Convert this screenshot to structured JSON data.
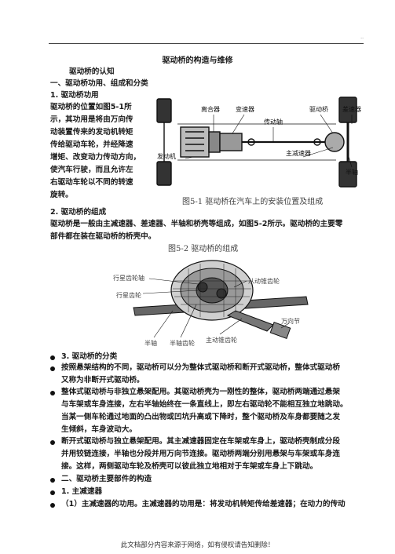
{
  "header": {
    "dots": ".."
  },
  "title": "驱动桥的构造与维修",
  "s1_title": "驱动桥的认知",
  "s1_h1": "一、驱动桥功用、组成和分类",
  "s1_h2": "1. 驱动桥功用",
  "intro_lines": [
    "驱动桥的位置如图5-1所",
    "示，其功用是将由万向传",
    "动装置传来的发动机转矩",
    "传给驱动车轮，并经降速",
    "增矩、改变动力传动方向，",
    "使汽车行驶，而且允许左",
    "右驱动车轮以不同的转速",
    "旋转。"
  ],
  "fig1": {
    "labels": [
      "离合器",
      "变速器",
      "传动轴",
      "驱动桥",
      "差速器",
      "发动机",
      "主减速器",
      "半轴"
    ],
    "caption": "图5-1   驱动桥在汽车上的安装位置及组成"
  },
  "s2_heading": "2. 驱动桥的组成",
  "s2_lines": [
    "驱动桥是一般由主减速器、差速器、半轴和桥壳等组成，如图5-2所示。驱动桥的主要零",
    "部件都在装在驱动桥的桥壳中。"
  ],
  "fig2": {
    "caption": "图5-2   驱动桥的组成",
    "labels": [
      "行星齿轮轴",
      "从动锥齿轮",
      "行星齿轮",
      "万向节",
      "半轴",
      "半轴齿轮",
      "主动锥齿轮"
    ]
  },
  "bullets": [
    {
      "lines": [
        "3. 驱动桥的分类"
      ]
    },
    {
      "lines": [
        "按照悬架结构的不同，驱动桥可以分为整体式驱动桥和断开式驱动桥，整体式驱动桥",
        "又称为非断开式驱动桥。"
      ]
    },
    {
      "lines": [
        "整体式驱动桥与非独立悬架配用。其驱动桥壳为一刚性的整体，驱动桥两端通过悬架",
        "与车架或车身连接，左右半轴始终在一条直线上，即左右驱动轮不能相互独立地跳动。",
        "当某一侧车轮通过地面的凸出物或凹坑升高或下降时，整个驱动桥及车身都要随之发",
        "生倾斜，车身波动大。"
      ]
    },
    {
      "lines": [
        "断开式驱动桥与独立悬架配用。其主减速器固定在车架或车身上，驱动桥壳制成分段",
        "并用铰链连接，半轴也分段并用万向节连接。驱动桥两端分别用悬架与车架或车身连",
        "接。这样，两侧驱动车轮及桥壳可以彼此独立地相对于车架或车身上下跳动。"
      ]
    },
    {
      "lines": [
        "二、驱动桥主要部件的构造"
      ]
    },
    {
      "lines": [
        "1. 主减速器"
      ]
    },
    {
      "lines": [
        "（1）主减速器的功用。主减速器的功用是：将发动机转矩传给差速器；在动力的传动"
      ]
    }
  ],
  "footer": "此文档部分内容来源于网络，如有侵权请告知删除！"
}
